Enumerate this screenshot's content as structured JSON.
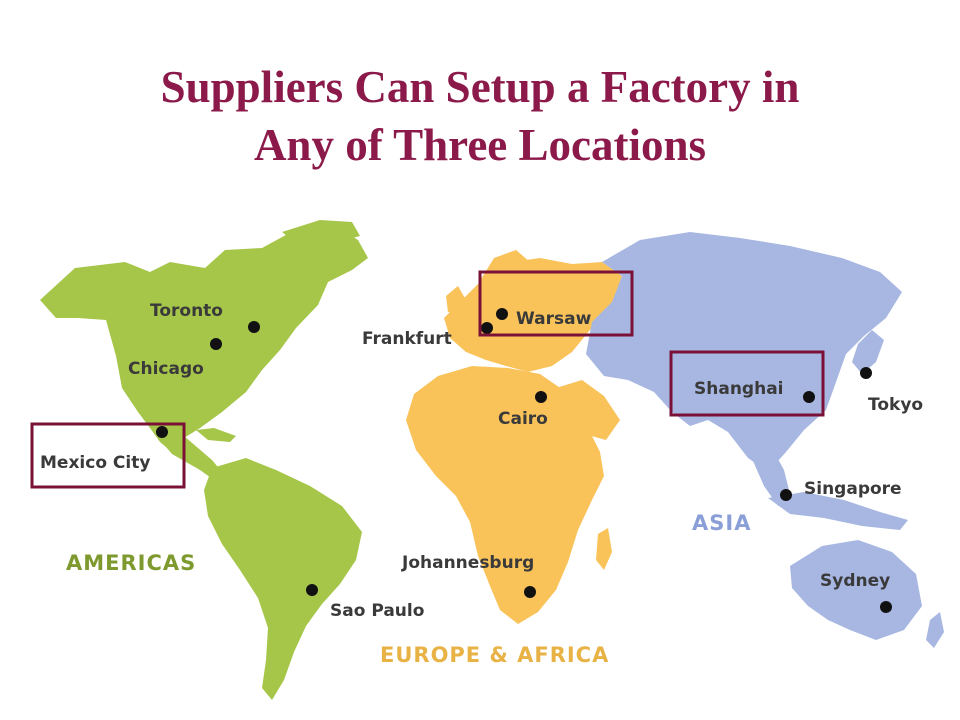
{
  "slide": {
    "title_line1": "Suppliers Can Setup a Factory in",
    "title_line2": "Any of Three Locations"
  },
  "colors": {
    "title": "#8b1a4a",
    "americas": "#a6c64a",
    "europe_africa": "#f9c35a",
    "asia": "#a7b7e2",
    "highlight_box": "#7a1238",
    "city_dot": "#111111",
    "city_label": "#3a3a3a",
    "region_americas": "#7e9a2e",
    "region_europe_africa": "#e8b245",
    "region_asia": "#8a9fd8"
  },
  "regions": {
    "americas": "AMERICAS",
    "europe_africa": "EUROPE & AFRICA",
    "asia": "ASIA"
  },
  "cities": {
    "toronto": "Toronto",
    "chicago": "Chicago",
    "mexico_city": "Mexico City",
    "sao_paulo": "Sao Paulo",
    "frankfurt": "Frankfurt",
    "warsaw": "Warsaw",
    "cairo": "Cairo",
    "johannesburg": "Johannesburg",
    "shanghai": "Shanghai",
    "tokyo": "Tokyo",
    "singapore": "Singapore",
    "sydney": "Sydney"
  },
  "highlighted_locations": [
    "Mexico City",
    "Warsaw",
    "Shanghai"
  ]
}
